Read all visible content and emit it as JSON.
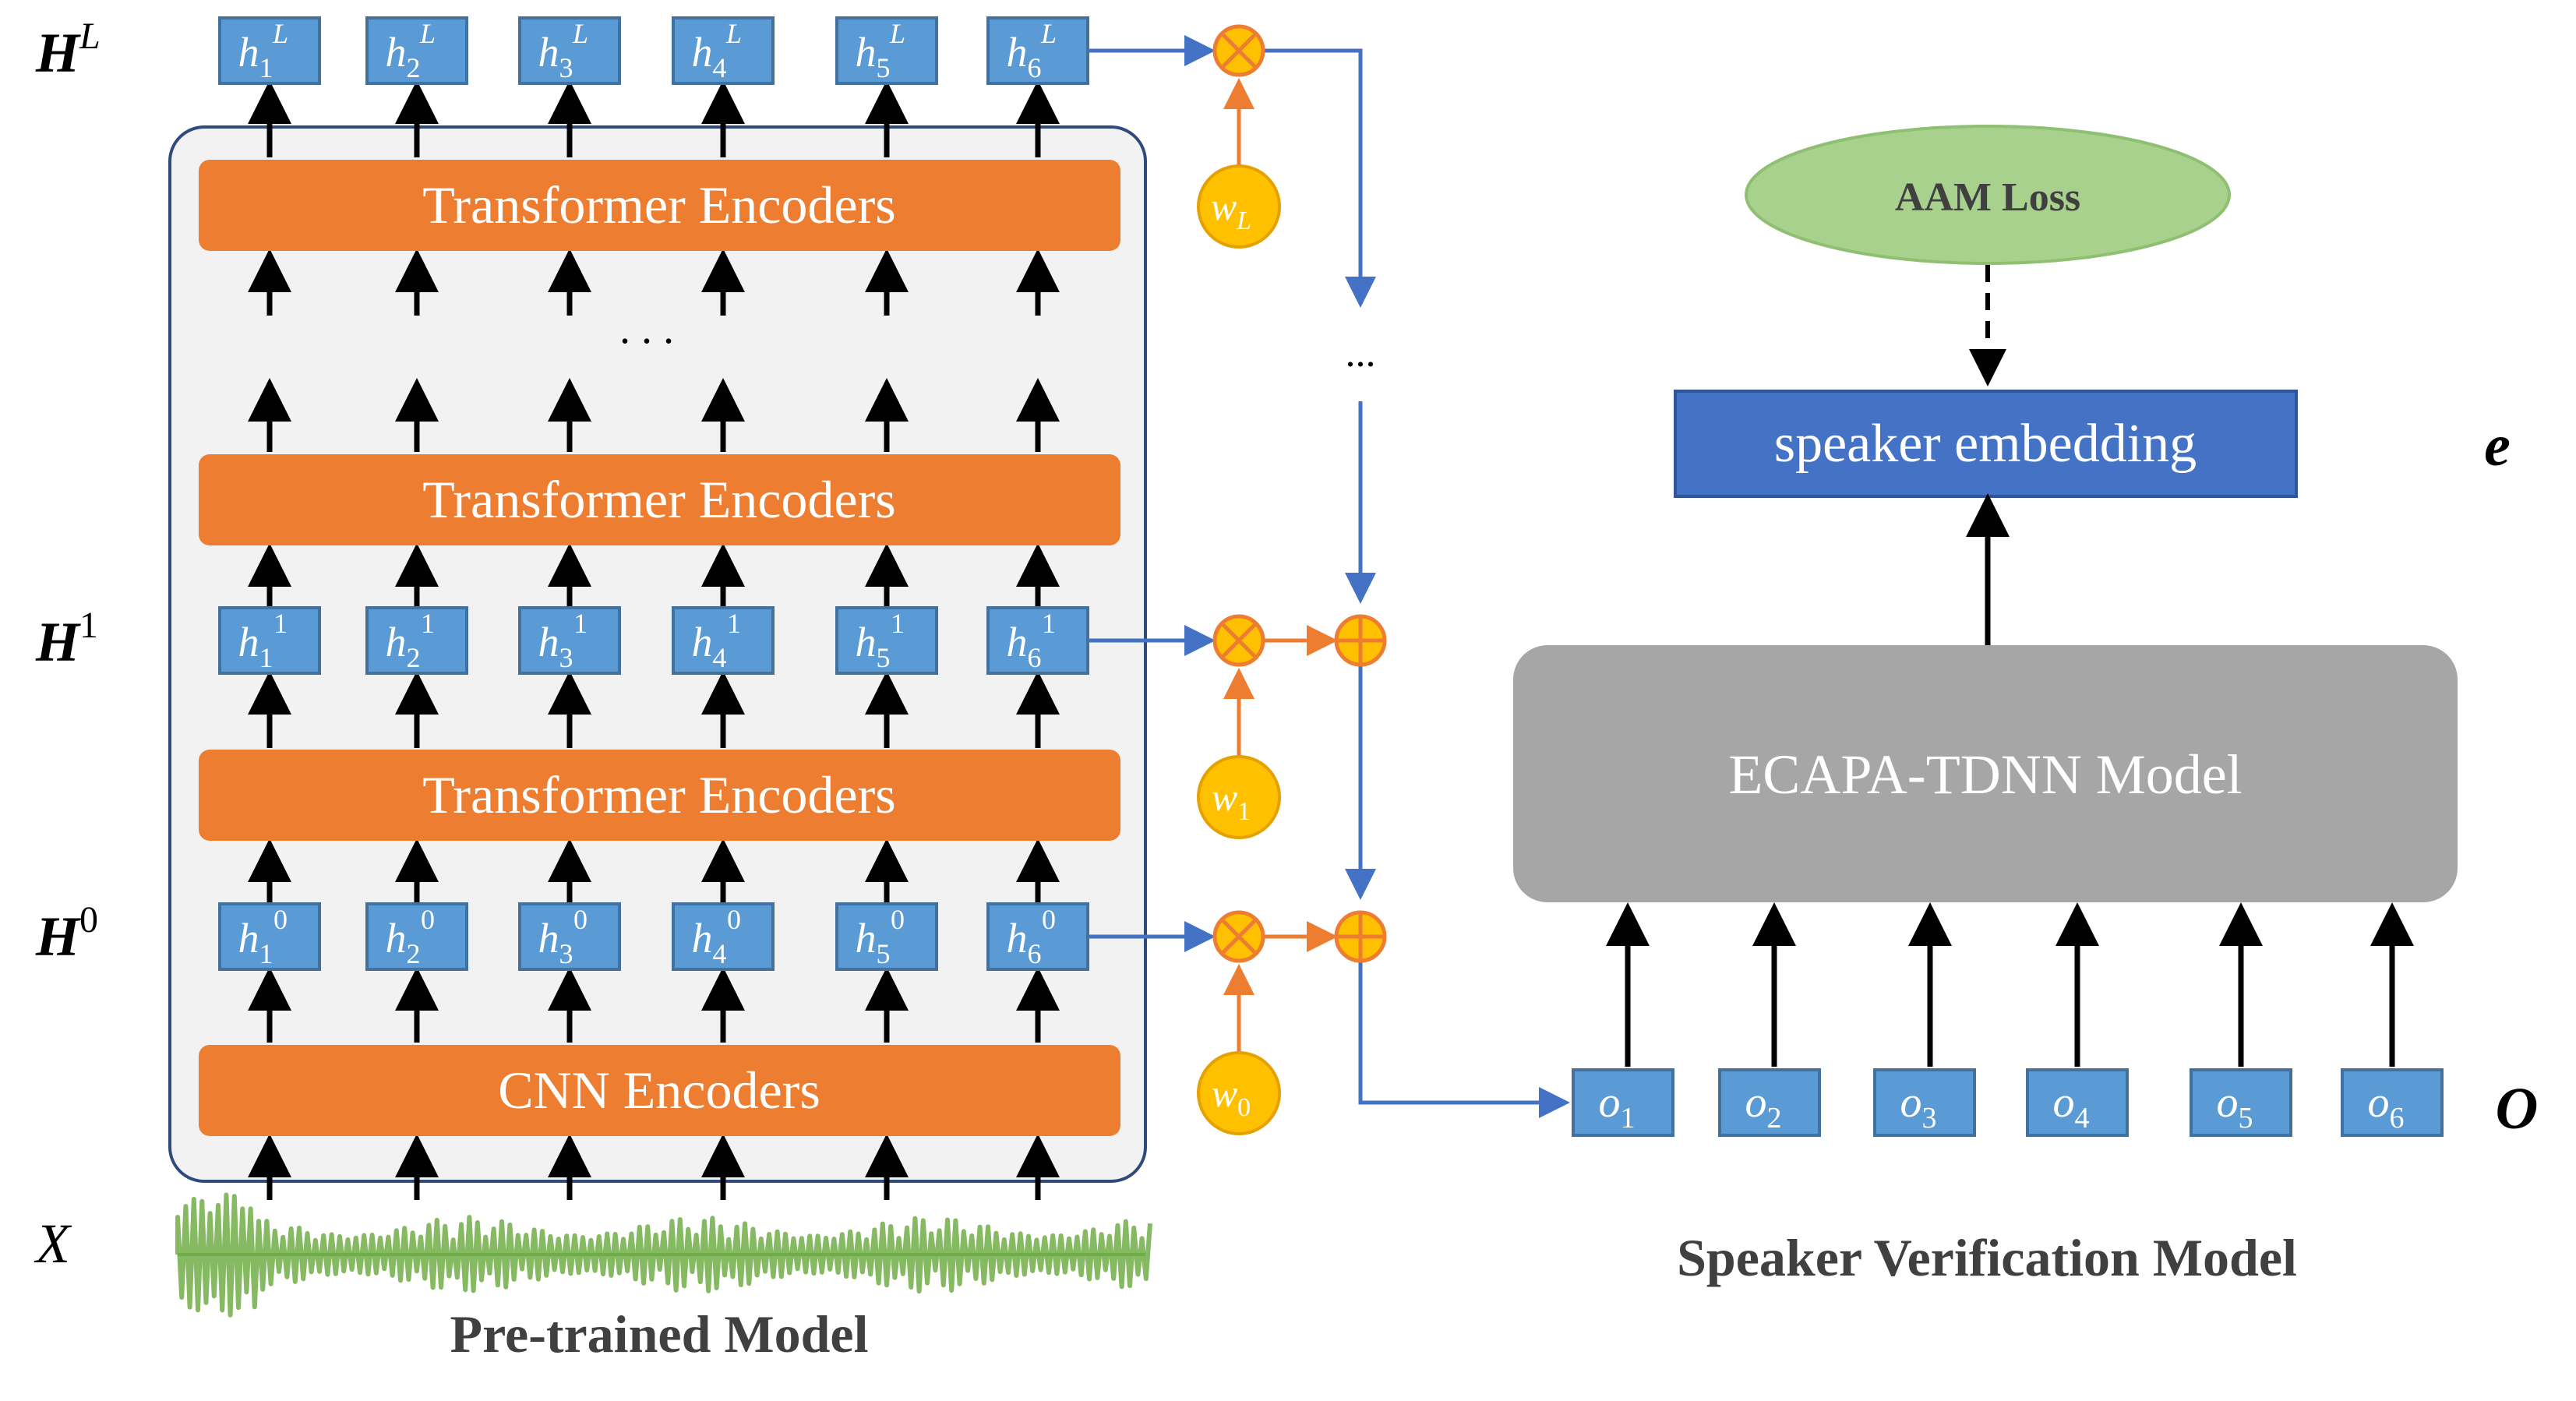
{
  "row_labels": {
    "hL": {
      "base": "H",
      "sup": "L"
    },
    "h1": {
      "base": "H",
      "sup": "1"
    },
    "h0": {
      "base": "H",
      "sup": "0"
    },
    "x": "X"
  },
  "cells": {
    "hL": [
      {
        "base": "h",
        "sub": "1",
        "sup": "L"
      },
      {
        "base": "h",
        "sub": "2",
        "sup": "L"
      },
      {
        "base": "h",
        "sub": "3",
        "sup": "L"
      },
      {
        "base": "h",
        "sub": "4",
        "sup": "L"
      },
      {
        "base": "h",
        "sub": "5",
        "sup": "L"
      },
      {
        "base": "h",
        "sub": "6",
        "sup": "L"
      }
    ],
    "h1": [
      {
        "base": "h",
        "sub": "1",
        "sup": "1"
      },
      {
        "base": "h",
        "sub": "2",
        "sup": "1"
      },
      {
        "base": "h",
        "sub": "3",
        "sup": "1"
      },
      {
        "base": "h",
        "sub": "4",
        "sup": "1"
      },
      {
        "base": "h",
        "sub": "5",
        "sup": "1"
      },
      {
        "base": "h",
        "sub": "6",
        "sup": "1"
      }
    ],
    "h0": [
      {
        "base": "h",
        "sub": "1",
        "sup": "0"
      },
      {
        "base": "h",
        "sub": "2",
        "sup": "0"
      },
      {
        "base": "h",
        "sub": "3",
        "sup": "0"
      },
      {
        "base": "h",
        "sub": "4",
        "sup": "0"
      },
      {
        "base": "h",
        "sub": "5",
        "sup": "0"
      },
      {
        "base": "h",
        "sub": "6",
        "sup": "0"
      }
    ],
    "o": [
      {
        "base": "o",
        "sub": "1"
      },
      {
        "base": "o",
        "sub": "2"
      },
      {
        "base": "o",
        "sub": "3"
      },
      {
        "base": "o",
        "sub": "4"
      },
      {
        "base": "o",
        "sub": "5"
      },
      {
        "base": "o",
        "sub": "6"
      }
    ]
  },
  "encoders": {
    "transformer_top": "Transformer Encoders",
    "transformer_mid": "Transformer Encoders",
    "transformer_low": "Transformer Encoders",
    "cnn": "CNN Encoders",
    "ellipsis": ". . ."
  },
  "weights": {
    "wL": {
      "base": "w",
      "sub": "L"
    },
    "w1": {
      "base": "w",
      "sub": "1"
    },
    "w0": {
      "base": "w",
      "sub": "0"
    }
  },
  "side_ellipsis": "...",
  "pretrained_title": "Pre-trained Model",
  "speaker_model": {
    "aam_loss": "AAM Loss",
    "embedding": "speaker embedding",
    "embedding_symbol": "e",
    "ecapa": "ECAPA-TDNN Model",
    "input_symbol": "O",
    "title": "Speaker Verification Model"
  },
  "colors": {
    "cell_fill": "#5b9bd5",
    "cell_stroke": "#41719c",
    "encoder_fill": "#ed7d31",
    "panel_fill": "#f2f2f2",
    "panel_stroke": "#2f4b7c",
    "weight_fill": "#ffc000",
    "weight_stroke": "#e6a100",
    "blue_line": "#4472c4",
    "orange_line": "#ed7d31",
    "ecapa_fill": "#a6a6a6",
    "embedding_fill": "#4472c4",
    "embedding_stroke": "#2f5597",
    "loss_fill": "#a9d18e",
    "loss_stroke": "#8fbf70",
    "waveform": "#70ad47"
  },
  "icons": [
    "up-arrow-icon",
    "multiply-circle-icon",
    "plus-circle-icon",
    "waveform-icon",
    "dashed-arrow-icon"
  ]
}
